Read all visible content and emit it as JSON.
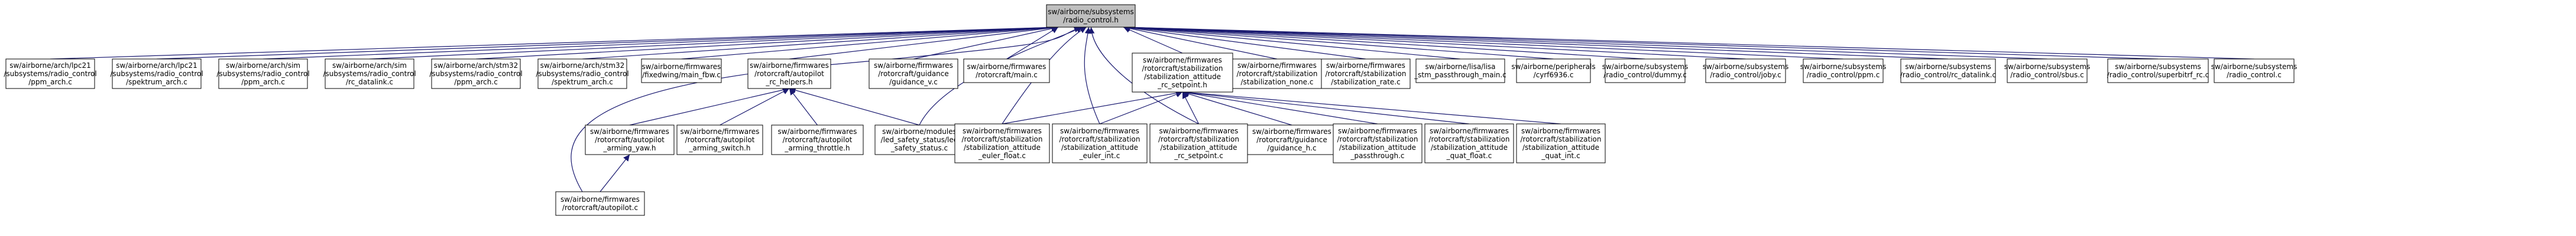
{
  "colors": {
    "edge": "#191970",
    "root_fill": "#bfbfbf",
    "node_fill": "#ffffff",
    "border": "#000000"
  },
  "nodes": {
    "root": [
      "sw/airborne/subsystems",
      "/radio_control.h"
    ],
    "n01": [
      "sw/airborne/arch/lpc21",
      "/subsystems/radio_control",
      "/ppm_arch.c"
    ],
    "n02": [
      "sw/airborne/arch/lpc21",
      "/subsystems/radio_control",
      "/spektrum_arch.c"
    ],
    "n03": [
      "sw/airborne/arch/sim",
      "/subsystems/radio_control",
      "/ppm_arch.c"
    ],
    "n04": [
      "sw/airborne/arch/sim",
      "/subsystems/radio_control",
      "/rc_datalink.c"
    ],
    "n05": [
      "sw/airborne/arch/stm32",
      "/subsystems/radio_control",
      "/ppm_arch.c"
    ],
    "n06": [
      "sw/airborne/arch/stm32",
      "/subsystems/radio_control",
      "/spektrum_arch.c"
    ],
    "n07": [
      "sw/airborne/firmwares",
      "/fixedwing/main_fbw.c"
    ],
    "n08": [
      "sw/airborne/firmwares",
      "/rotorcraft/autopilot",
      "_rc_helpers.h"
    ],
    "n09": [
      "sw/airborne/firmwares",
      "/rotorcraft/guidance",
      "/guidance_v.c"
    ],
    "n10": [
      "sw/airborne/firmwares",
      "/rotorcraft/main.c"
    ],
    "n11": [
      "sw/airborne/firmwares",
      "/rotorcraft/stabilization",
      "/stabilization_attitude",
      "_rc_setpoint.h"
    ],
    "n12": [
      "sw/airborne/firmwares",
      "/rotorcraft/stabilization",
      "/stabilization_none.c"
    ],
    "n13": [
      "sw/airborne/firmwares",
      "/rotorcraft/stabilization",
      "/stabilization_rate.c"
    ],
    "n14": [
      "sw/airborne/lisa/lisa",
      "_stm_passthrough_main.c"
    ],
    "n15": [
      "sw/airborne/peripherals",
      "/cyrf6936.c"
    ],
    "n16": [
      "sw/airborne/subsystems",
      "/radio_control/dummy.c"
    ],
    "n17": [
      "sw/airborne/subsystems",
      "/radio_control/joby.c"
    ],
    "n18": [
      "sw/airborne/subsystems",
      "/radio_control/ppm.c"
    ],
    "n19": [
      "sw/airborne/subsystems",
      "/radio_control/rc_datalink.c"
    ],
    "n20": [
      "sw/airborne/subsystems",
      "/radio_control/sbus.c"
    ],
    "n21": [
      "sw/airborne/subsystems",
      "/radio_control/superbitrf_rc.c"
    ],
    "n22": [
      "sw/airborne/subsystems",
      "/radio_control.c"
    ],
    "n23": [
      "sw/airborne/modules",
      "/led_safety_status/led",
      "_safety_status.c"
    ],
    "n24": [
      "sw/airborne/firmwares",
      "/rotorcraft/autopilot",
      "_arming_yaw.h"
    ],
    "n25": [
      "sw/airborne/firmwares",
      "/rotorcraft/autopilot",
      "_arming_switch.h"
    ],
    "n26": [
      "sw/airborne/firmwares",
      "/rotorcraft/autopilot",
      "_arming_throttle.h"
    ],
    "n27": [
      "sw/airborne/firmwares",
      "/rotorcraft/stabilization",
      "/stabilization_attitude",
      "_euler_float.c"
    ],
    "n28": [
      "sw/airborne/firmwares",
      "/rotorcraft/stabilization",
      "/stabilization_attitude",
      "_euler_int.c"
    ],
    "n29": [
      "sw/airborne/firmwares",
      "/rotorcraft/stabilization",
      "/stabilization_attitude",
      "_rc_setpoint.c"
    ],
    "n30": [
      "sw/airborne/firmwares",
      "/rotorcraft/guidance",
      "/guidance_h.c"
    ],
    "n31": [
      "sw/airborne/firmwares",
      "/rotorcraft/stabilization",
      "/stabilization_attitude",
      "_passthrough.c"
    ],
    "n32": [
      "sw/airborne/firmwares",
      "/rotorcraft/stabilization",
      "/stabilization_attitude",
      "_quat_float.c"
    ],
    "n33": [
      "sw/airborne/firmwares",
      "/rotorcraft/stabilization",
      "/stabilization_attitude",
      "_quat_int.c"
    ],
    "n34": [
      "sw/airborne/firmwares",
      "/rotorcraft/autopilot.c"
    ]
  }
}
